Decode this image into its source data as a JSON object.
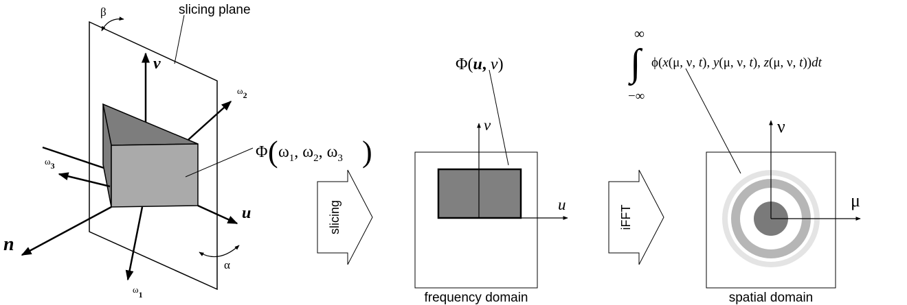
{
  "left_panel": {
    "plane_label": "slicing plane",
    "beta": "β",
    "alpha": "α",
    "axis_v": "v",
    "axis_u": "u",
    "axis_n": "n",
    "omega1_base": "ω",
    "omega1_sub": "1",
    "omega2_base": "ω",
    "omega2_sub": "2",
    "omega3_base": "ω",
    "omega3_sub": "3",
    "volume_prefix": "Φ",
    "volume_args": "ω",
    "w1_sub": "1",
    "w2_sub": "2",
    "w3_sub": "3",
    "sep": ",",
    "open_paren": "(",
    "close_paren": ")"
  },
  "arrows": {
    "slicing": "slicing",
    "ifft": "iFFT"
  },
  "middle_panel": {
    "phi": "Φ(",
    "u": "u",
    "comma": ",",
    "v": "v",
    "close": ")",
    "axis_v": "v",
    "axis_u": "u",
    "caption": "frequency domain"
  },
  "right_panel": {
    "upper_limit": "∞",
    "lower_limit": "−∞",
    "integral": "∫",
    "formula_parts": [
      "ϕ(",
      "x",
      "(μ, ν, ",
      "t",
      "), ",
      "y",
      "(μ, ν, ",
      "t",
      "), ",
      "z",
      "(μ, ν, ",
      "t",
      "))",
      "dt"
    ],
    "axis_nu": "ν",
    "axis_mu": "μ",
    "caption": "spatial domain"
  },
  "colors": {
    "box_front": "#aaaaaa",
    "box_side": "#7d7d7d",
    "slice_rect": "#808080",
    "ring_outer": "#e4e4e4",
    "ring_mid": "#b6b6b6",
    "center_disk": "#7a7a7a"
  }
}
